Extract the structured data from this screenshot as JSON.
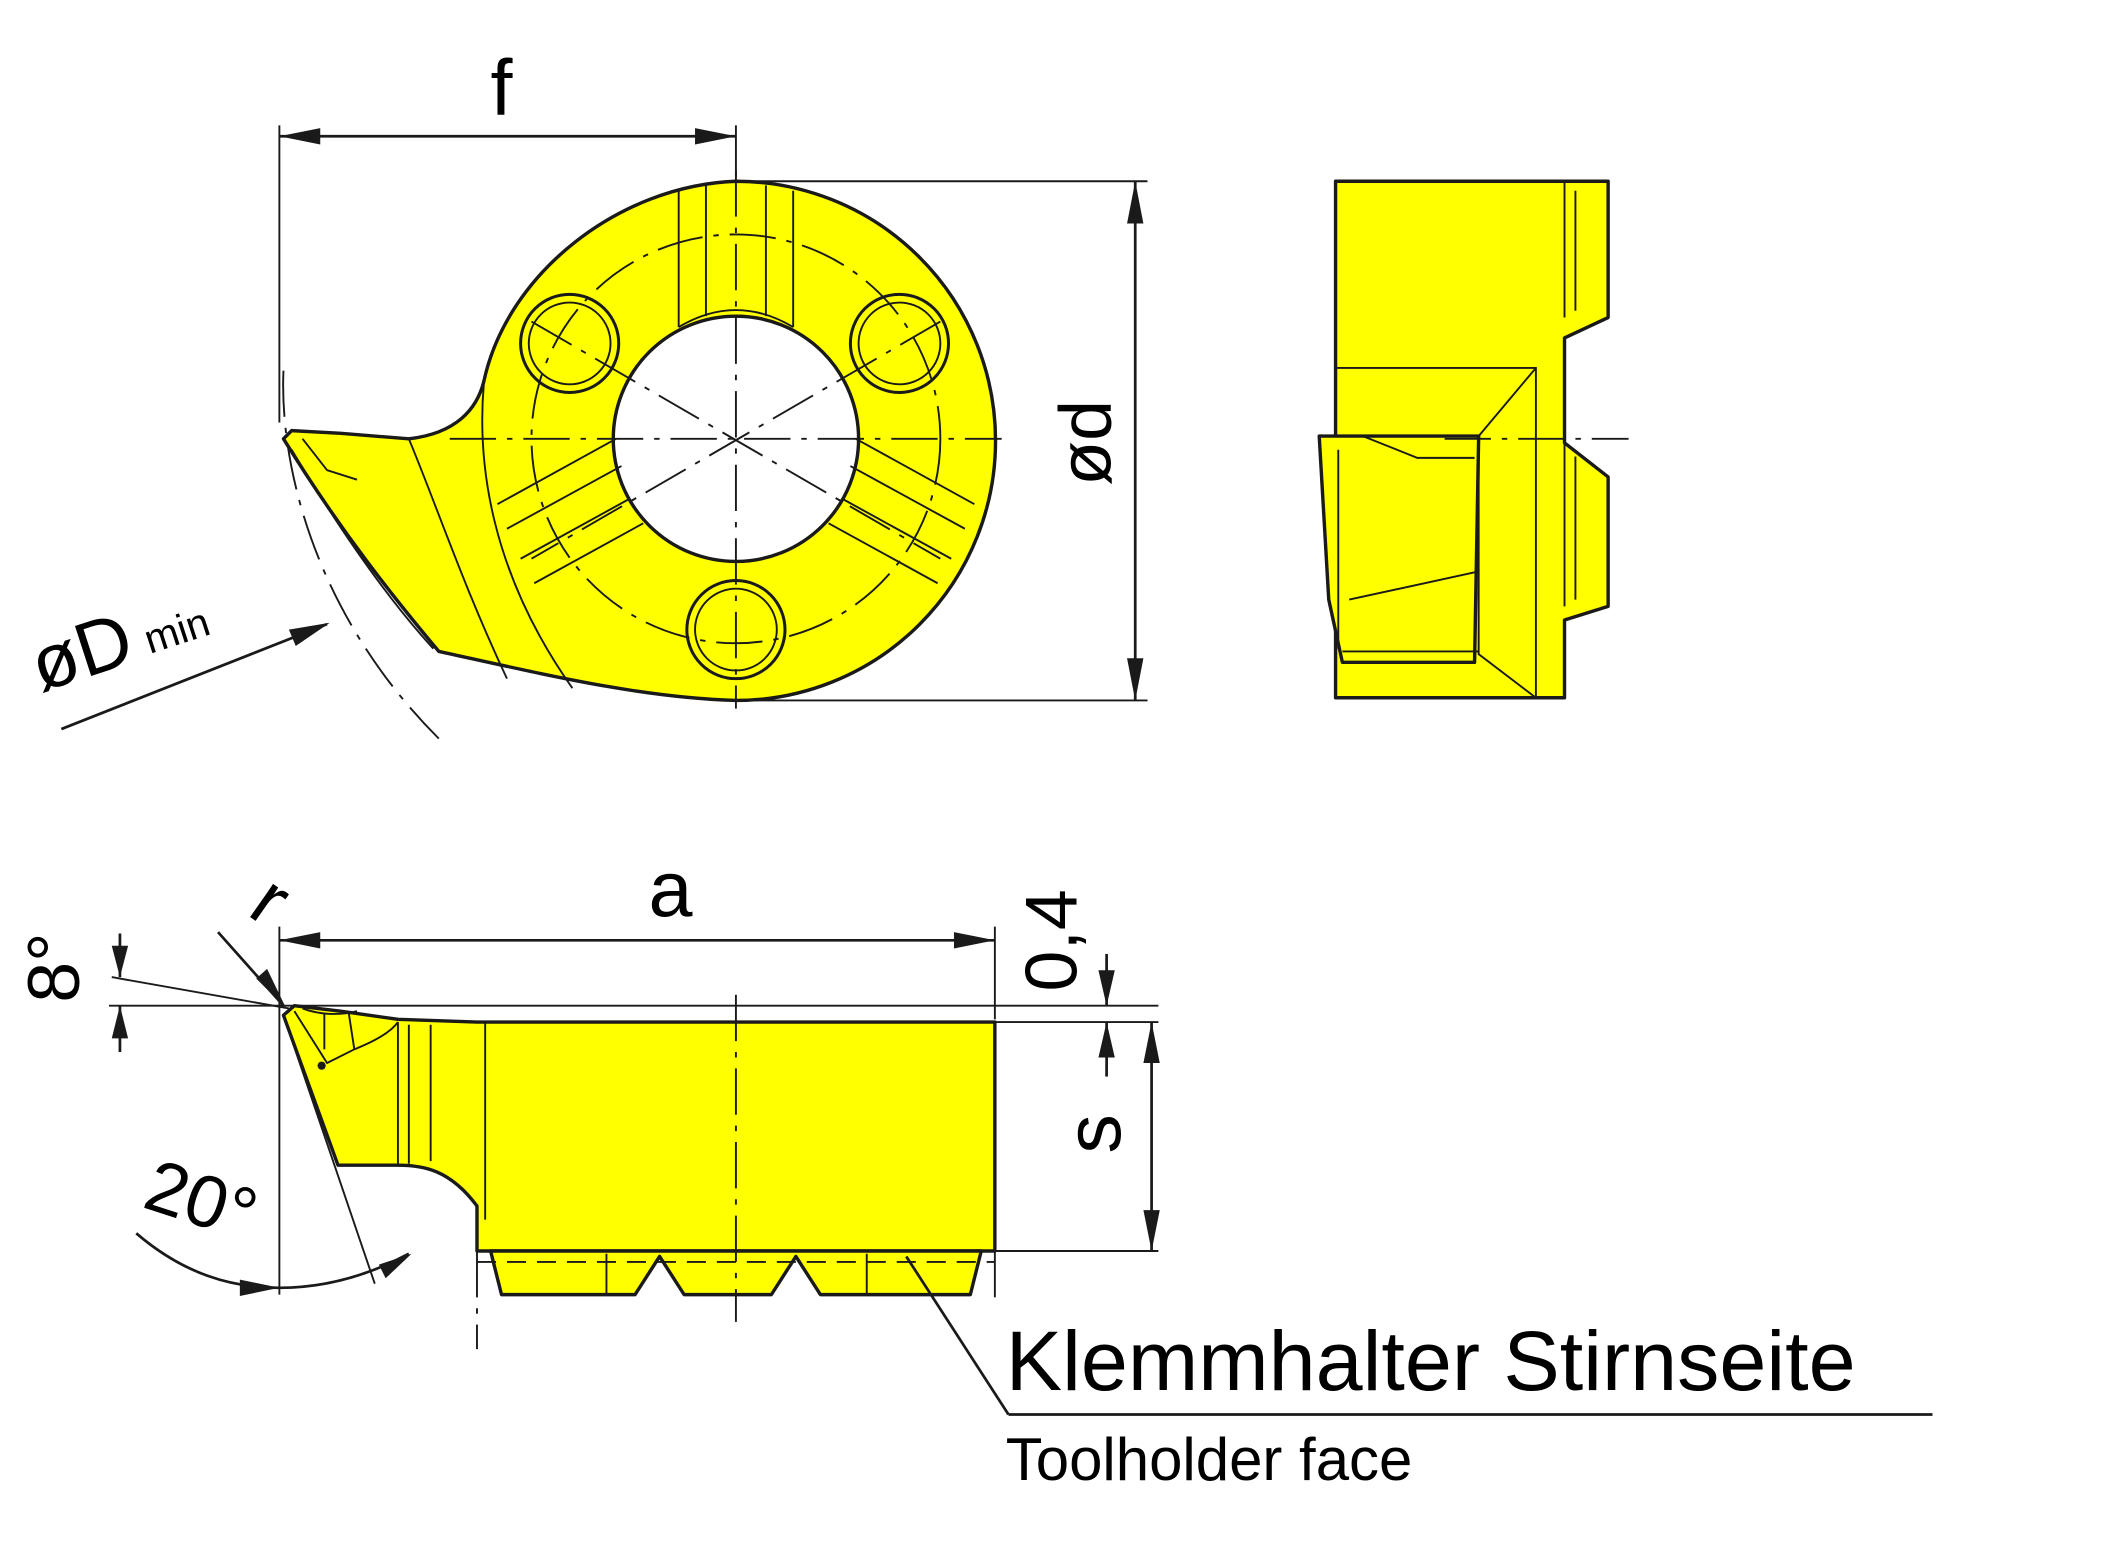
{
  "dimensions": {
    "f": "f",
    "d": "ød",
    "D_main": "øD",
    "D_sub": "min",
    "a": "a",
    "r": "r",
    "angle_8": "8°",
    "angle_20": "20°",
    "offset": "0,4",
    "s": "s"
  },
  "callout": {
    "title": "Klemmhalter Stirnseite",
    "subtitle": "Toolholder face"
  },
  "colors": {
    "part_fill": "#ffff00",
    "line": "#1a1a1a"
  }
}
